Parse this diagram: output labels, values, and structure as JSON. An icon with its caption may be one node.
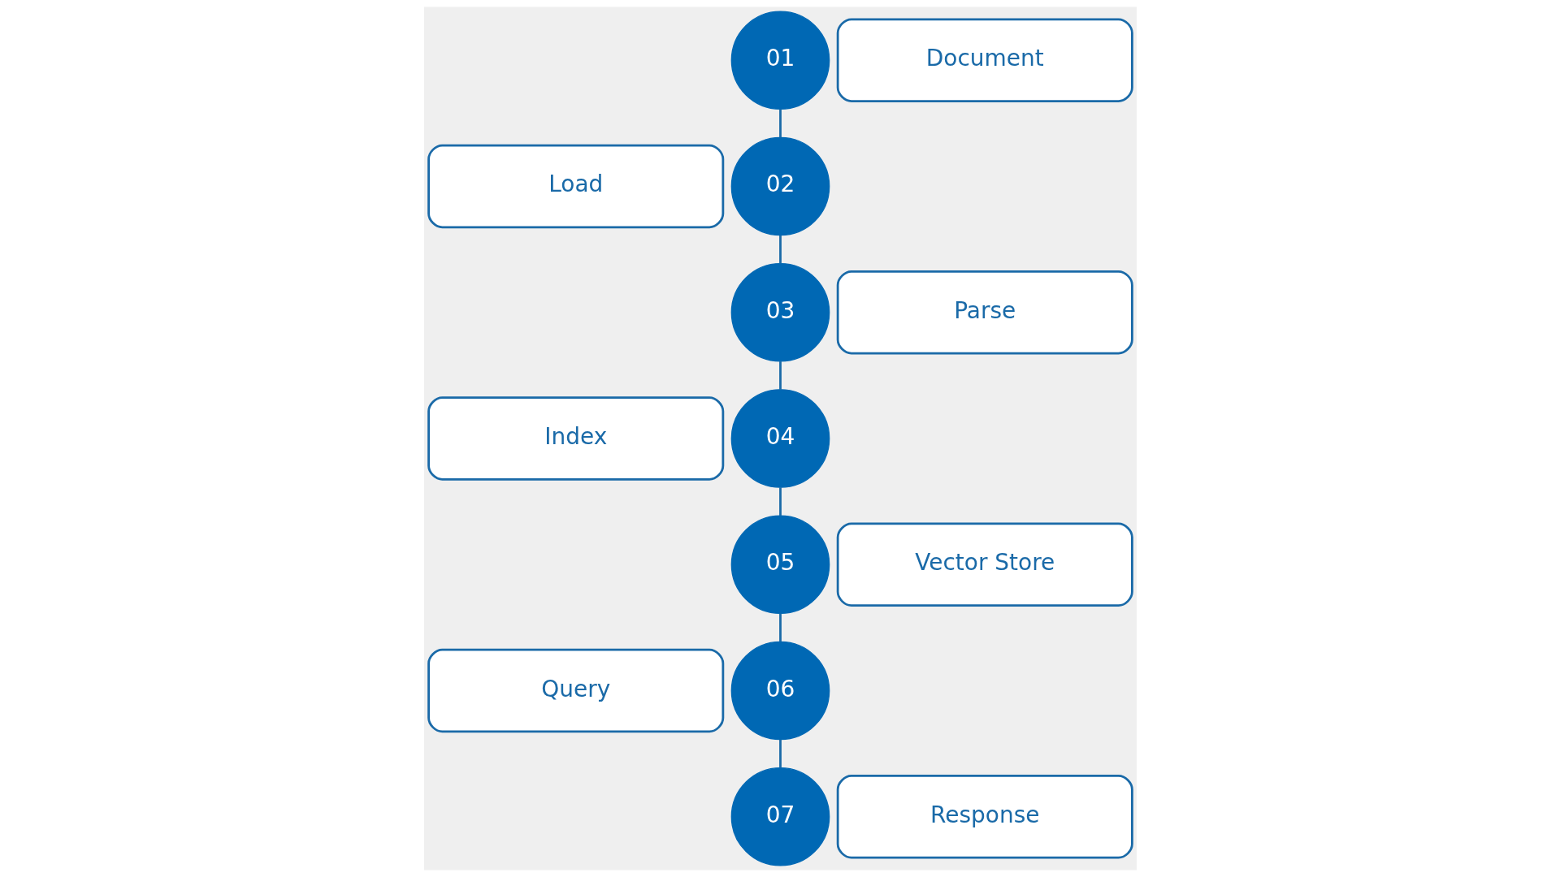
{
  "diagram": {
    "nodes": [
      {
        "text": [
          "01"
        ]
      },
      {
        "text": [
          "Document"
        ]
      },
      {
        "text": [
          "02"
        ]
      },
      {
        "text": [
          "Load"
        ]
      },
      {
        "text": [
          "03"
        ]
      },
      {
        "text": [
          "Parse"
        ]
      },
      {
        "text": [
          "04"
        ]
      },
      {
        "text": [
          "Index"
        ]
      },
      {
        "text": [
          "05"
        ]
      },
      {
        "text": [
          "Vector Store"
        ]
      },
      {
        "text": [
          "06"
        ]
      },
      {
        "text": [
          "Query"
        ]
      },
      {
        "text": [
          "07"
        ]
      },
      {
        "text": [
          "Response"
        ]
      }
    ],
    "edges": [
      {
        "from": 0,
        "to": 2,
        "arrow": "none"
      },
      {
        "from": 2,
        "to": 4,
        "arrow": "none"
      },
      {
        "from": 4,
        "to": 6,
        "arrow": "none"
      },
      {
        "from": 6,
        "to": 8,
        "arrow": "none"
      },
      {
        "from": 8,
        "to": 10,
        "arrow": "none"
      },
      {
        "from": 10,
        "to": 12,
        "arrow": "none"
      }
    ]
  }
}
